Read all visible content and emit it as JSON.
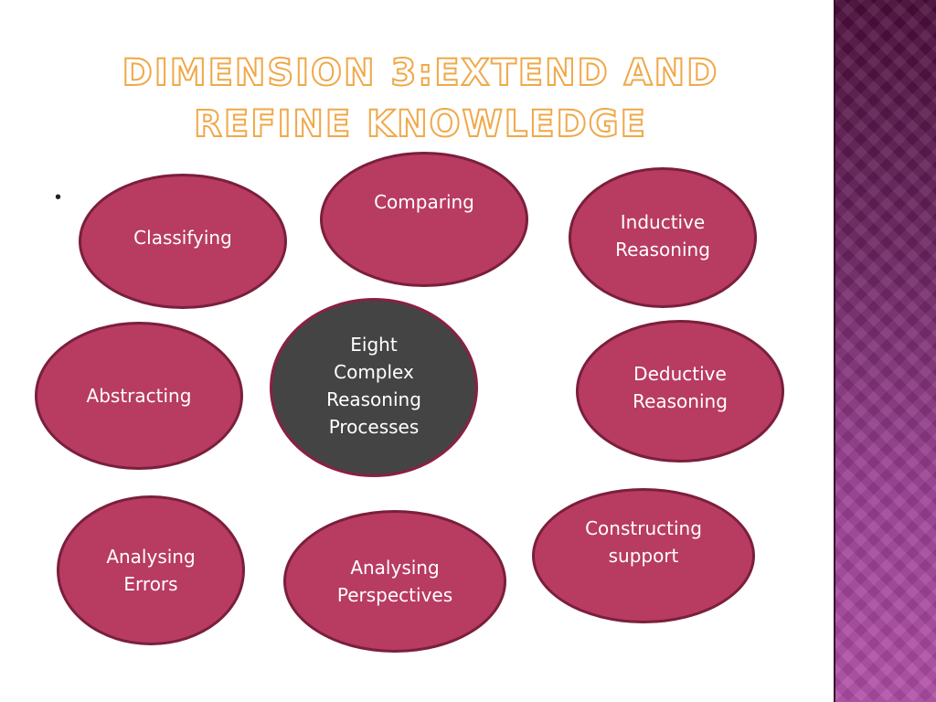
{
  "slide": {
    "title": "Dimension 3:Extend and Refine Knowledge",
    "bullet": "•"
  },
  "colors": {
    "node_fill": "#b83b62",
    "node_border": "#7a1f3c",
    "center_fill": "#444444",
    "title_outline": "#f0a848",
    "side_panel": "#6b2460"
  },
  "diagram": {
    "center": "Eight\nComplex\nReasoning\nProcesses",
    "nodes": {
      "classifying": "Classifying",
      "comparing": "Comparing",
      "inductive": "Inductive\nReasoning",
      "abstracting": "Abstracting",
      "deductive": "Deductive\nReasoning",
      "analysing_errors": "Analysing\nErrors",
      "analysing_perspectives": "Analysing\nPerspectives",
      "constructing_support": "Constructing\nsupport"
    }
  }
}
